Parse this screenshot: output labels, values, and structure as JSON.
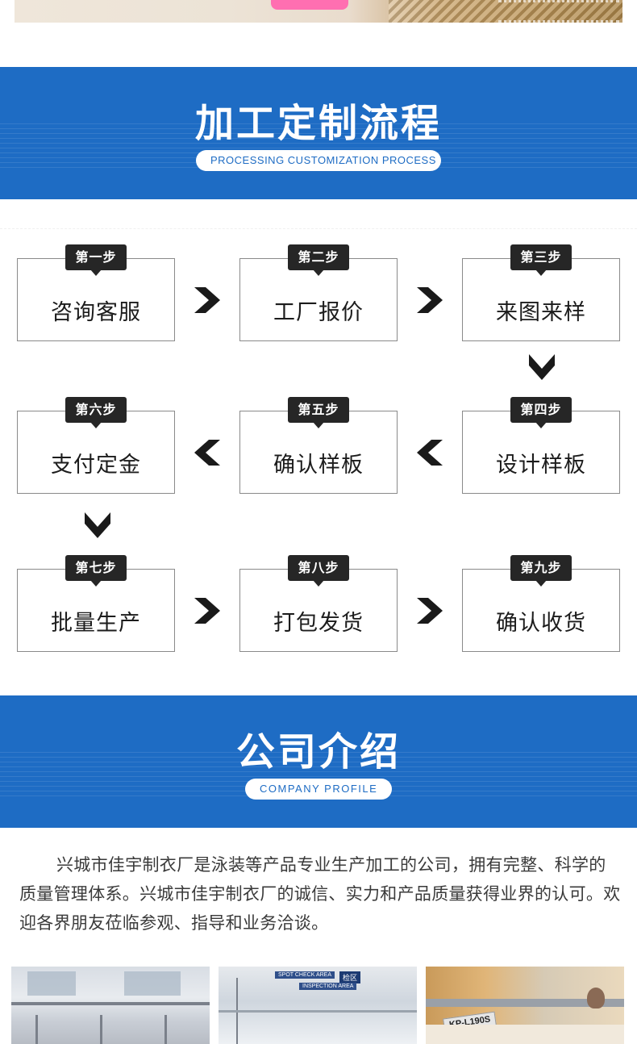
{
  "process_section": {
    "title": "加工定制流程",
    "subtitle": "PROCESSING CUSTOMIZATION PROCESS",
    "steps": [
      {
        "tag": "第一步",
        "label": "咨询客服"
      },
      {
        "tag": "第二步",
        "label": "工厂报价"
      },
      {
        "tag": "第三步",
        "label": "来图来样"
      },
      {
        "tag": "第四步",
        "label": "设计样板"
      },
      {
        "tag": "第五步",
        "label": "确认样板"
      },
      {
        "tag": "第六步",
        "label": "支付定金"
      },
      {
        "tag": "第七步",
        "label": "批量生产"
      },
      {
        "tag": "第八步",
        "label": "打包发货"
      },
      {
        "tag": "第九步",
        "label": "确认收货"
      }
    ]
  },
  "company_section": {
    "title": "公司介绍",
    "subtitle": "COMPANY PROFILE",
    "description": "兴城市佳宇制衣厂是泳装等产品专业生产加工的公司，拥有完整、科学的质量管理体系。兴城市佳宇制衣厂的诚信、实力和产品质量获得业界的认可。欢迎各界朋友莅临参观、指导和业务洽谈。"
  },
  "photos": {
    "photo2_signs": [
      "SPOT CHECK AREA",
      "检区",
      "INSPECTION AREA"
    ],
    "photo3_machine": "KP-L190S"
  },
  "colors": {
    "banner_blue": "#1e6cc4",
    "tag_dark": "#262626",
    "border_gray": "#8a8a8a"
  }
}
